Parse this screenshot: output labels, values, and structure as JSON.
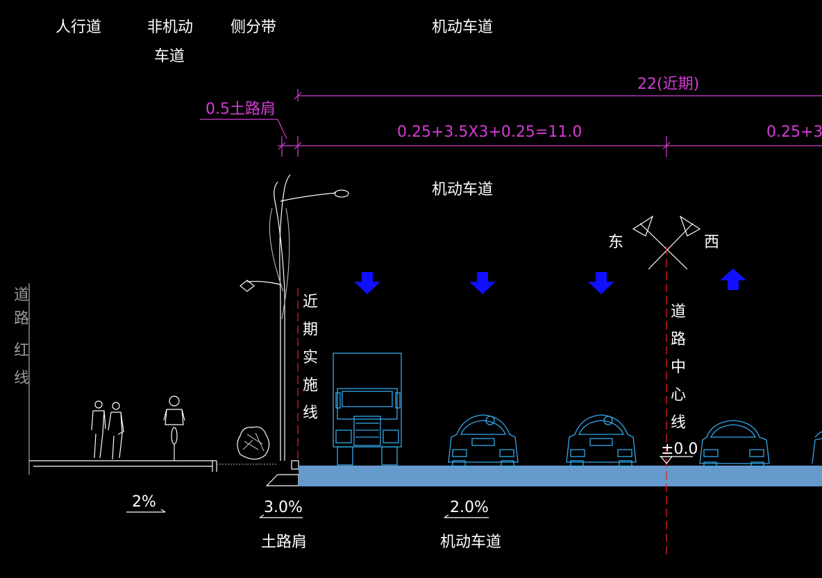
{
  "colors": {
    "background": "#000000",
    "text": "#ffffff",
    "dimension": "#d63cd6",
    "vehicle": "#33aaee",
    "centerline": "#e02020",
    "arrow": "#1010ff",
    "roadbed": "#6699cc"
  },
  "header": {
    "sidewalk": "人行道",
    "nonmotor_line1": "非机动",
    "nonmotor_line2": "车道",
    "side_strip": "侧分带",
    "motor_lane": "机动车道"
  },
  "dimensions": {
    "total": "22(近期)",
    "shoulder": "0.5土路肩",
    "lanes_left": "0.25+3.5X3+0.25=11.0",
    "lanes_right": "0.25+3."
  },
  "mid_label": "机动车道",
  "compass": {
    "east": "东",
    "west": "西"
  },
  "vertical_labels": {
    "red_line": [
      "道",
      "路",
      "红",
      "线"
    ],
    "near_term": [
      "近",
      "期",
      "实",
      "施",
      "线"
    ],
    "centerline": [
      "道",
      "路",
      "中",
      "心",
      "线"
    ]
  },
  "elevation": "±0.0",
  "bottom": {
    "slope_sidewalk": "2%",
    "slope_shoulder": "3.0%",
    "shoulder_label": "土路肩",
    "slope_motor": "2.0%",
    "motor_label": "机动车道"
  },
  "icons": [
    "streetlight-icon",
    "pedestrian-icon",
    "cyclist-icon",
    "shrub-icon",
    "truck-icon",
    "car-icon",
    "lane-arrow-down-icon",
    "lane-arrow-up-icon",
    "compass-icon"
  ]
}
